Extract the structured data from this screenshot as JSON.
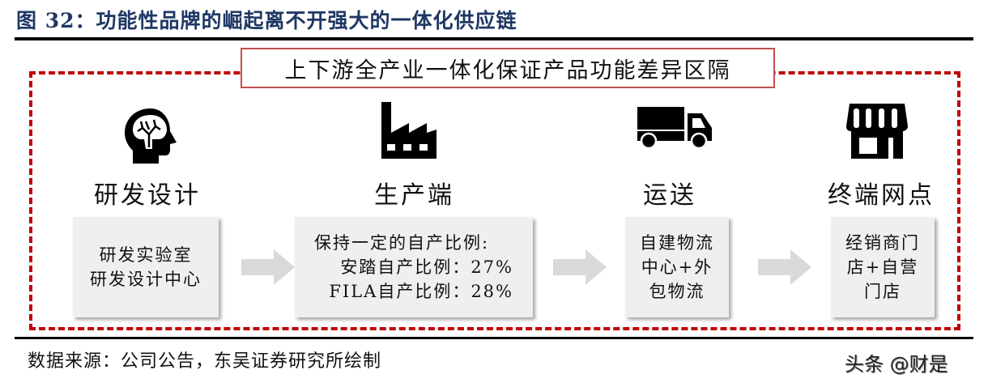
{
  "figure": {
    "title": "图 32：功能性品牌的崛起离不开强大的一体化供应链",
    "banner": "上下游全产业一体化保证产品功能差异区隔",
    "accent_color": "#c00000",
    "title_color": "#1f3864"
  },
  "stages": [
    {
      "icon": "brain-head-icon",
      "label": "研发设计",
      "lines": [
        "研发实验室",
        "研发设计中心"
      ]
    },
    {
      "icon": "factory-icon",
      "label": "生产端",
      "lines": [
        "保持一定的自产比例:",
        "安踏自产比例：27%",
        "FILA自产比例：28%"
      ]
    },
    {
      "icon": "truck-icon",
      "label": "运送",
      "lines": [
        "自建物流",
        "中心+外",
        "包物流"
      ]
    },
    {
      "icon": "storefront-icon",
      "label": "终端网点",
      "lines": [
        "经销商门",
        "店+自营",
        "门店"
      ]
    }
  ],
  "footer": {
    "source": "数据来源：公司公告，东吴证券研究所绘制",
    "watermark": "头条 @财是"
  }
}
